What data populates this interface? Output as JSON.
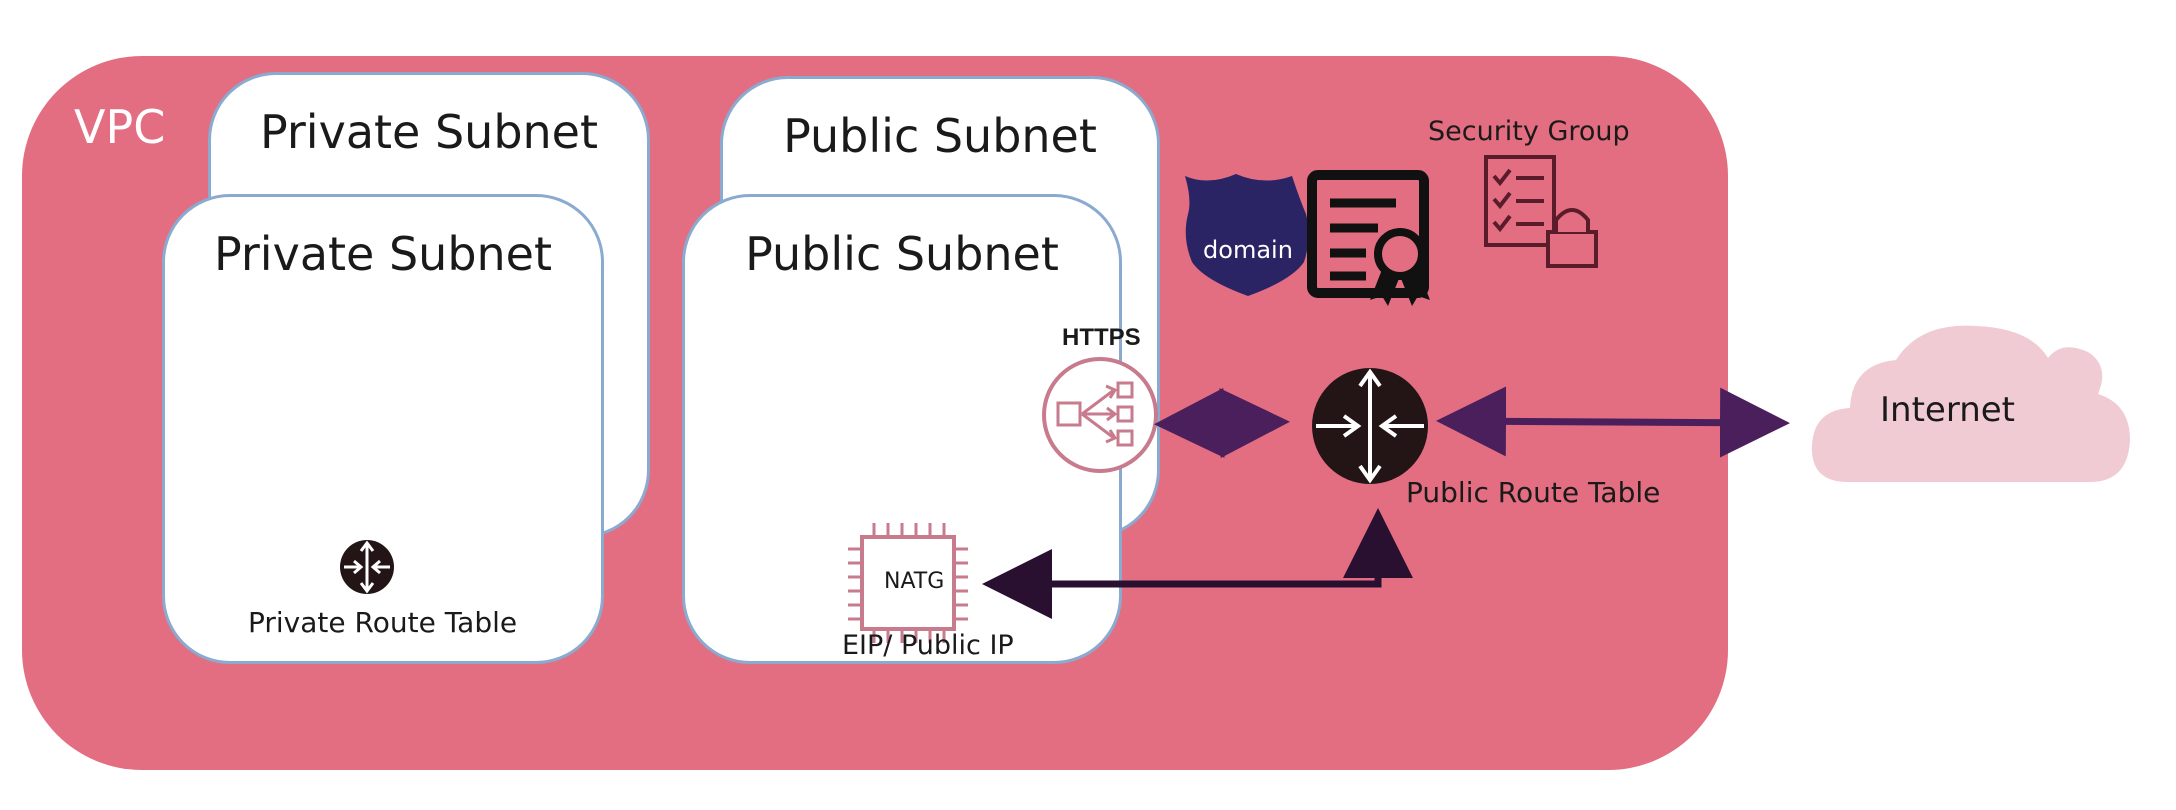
{
  "vpc_label": "VPC",
  "private_subnet_back": {
    "title": "Private Subnet"
  },
  "private_subnet_front": {
    "title": "Private Subnet",
    "route_table_label": "Private Route Table"
  },
  "public_subnet_back": {
    "title": "Public Subnet"
  },
  "public_subnet_front": {
    "title": "Public Subnet",
    "https_label": "HTTPS",
    "natg_label": "NATG",
    "eip_label": "EIP/ Public IP"
  },
  "domain_badge": {
    "label": "domain"
  },
  "security_group": {
    "label": "Security Group"
  },
  "public_route_table": {
    "label": "Public Route Table"
  },
  "internet": {
    "label": "Internet"
  },
  "colors": {
    "vpc": "#e36e81",
    "arrow": "#4a1f5c",
    "router": "#231416",
    "badge": "#2a2465",
    "cloud": "#f1cbd3",
    "icon_outline": "#c77b8c"
  }
}
